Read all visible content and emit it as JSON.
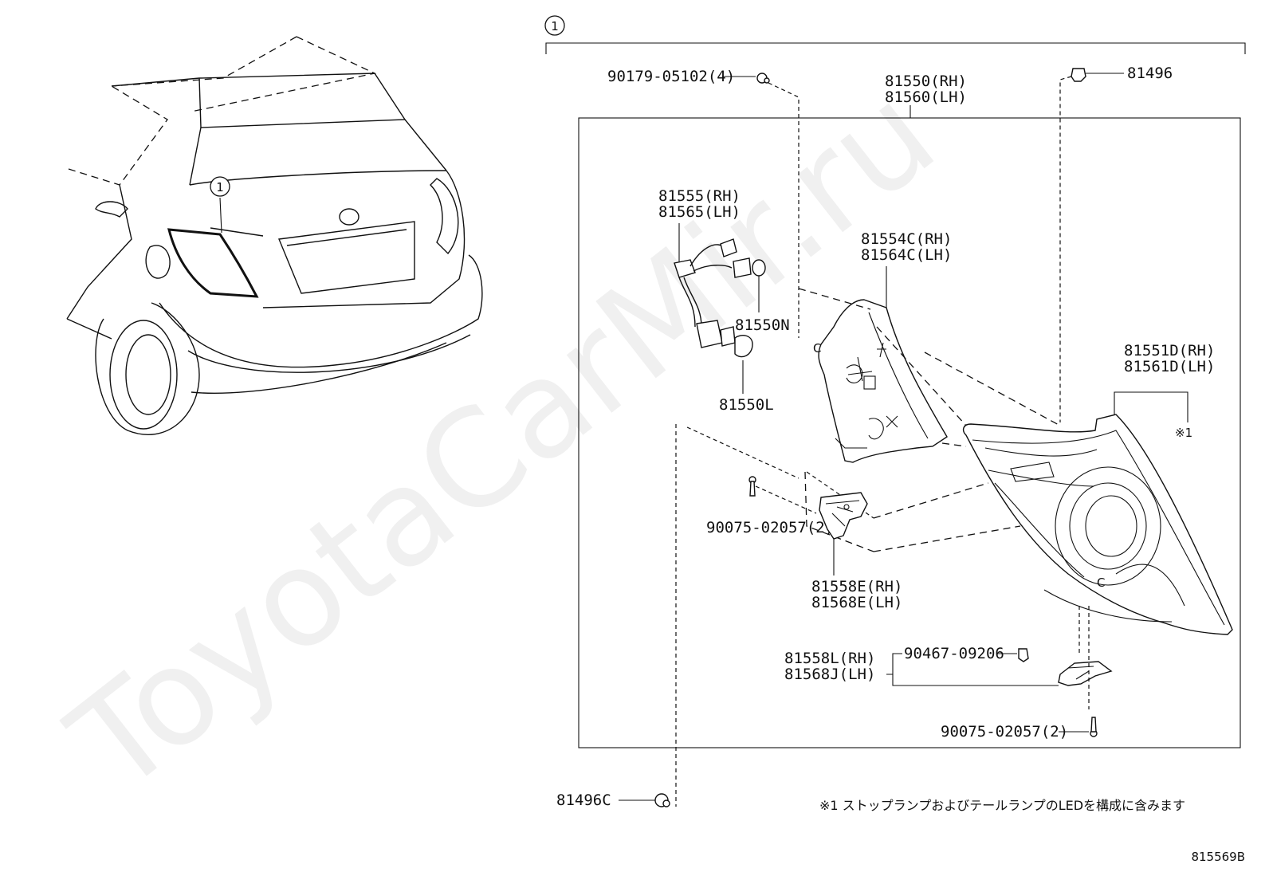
{
  "watermark": "ToyotaCarMir.ru",
  "callout_number": "1",
  "labels": {
    "p90179": "90179-05102(4)",
    "p81496": "81496",
    "p81550_rh": "81550(RH)",
    "p81560_lh": "81560(LH)",
    "p81555_rh": "81555(RH)",
    "p81565_lh": "81565(LH)",
    "p81554c_rh": "81554C(RH)",
    "p81564c_lh": "81564C(LH)",
    "p81550n": "81550N",
    "p81550l": "81550L",
    "p81551d_rh": "81551D(RH)",
    "p81561d_lh": "81561D(LH)",
    "note_mark": "※1",
    "p90075_a": "90075-02057(2)",
    "p81558e_rh": "81558E(RH)",
    "p81568e_lh": "81568E(LH)",
    "p81558l_rh": "81558L(RH)",
    "p81568j_lh": "81568J(LH)",
    "p90467": "90467-09206",
    "p90075_b": "90075-02057(2)",
    "p81496c": "81496C"
  },
  "footnote": "※1 ストップランプおよびテールランプのLEDを構成に含みます",
  "diagram_ref": "815569B"
}
